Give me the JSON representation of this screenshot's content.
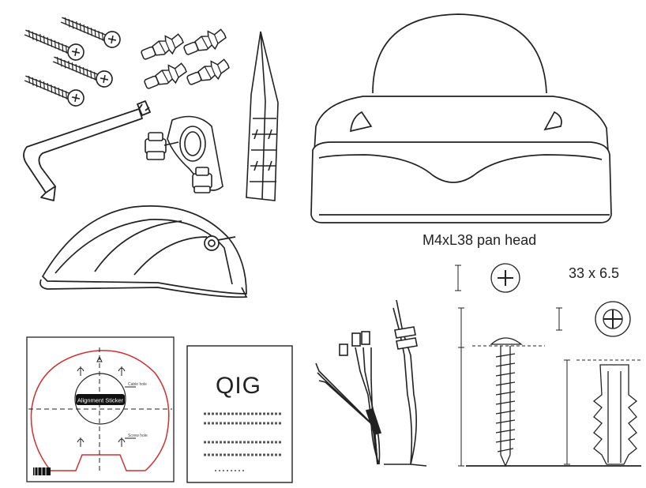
{
  "labels": {
    "screw_spec": "M4xL38 pan head",
    "anchor_spec": "33 x 6.5",
    "qig_title": "QIG",
    "sticker_title": "Alignment Sticker",
    "sticker_cable_hole": "Cable hole",
    "sticker_screw_hole": "Screw hole"
  },
  "colors": {
    "line": "#222222",
    "sticker_outline": "#d03030",
    "background": "#ffffff"
  },
  "icons": {
    "screws": "wood-screw-icon",
    "anchors": "plastic-wall-anchor-icon",
    "wrench": "torx-l-key-icon",
    "bracket": "waterproof-cable-bracket-icon",
    "wedge": "tilt-wedge-icon",
    "camera": "dome-camera-icon",
    "cover": "sun-shield-cover-icon",
    "sticker": "alignment-sticker-icon",
    "qig": "quick-install-guide-icon",
    "cable": "pigtail-cable-icon"
  }
}
